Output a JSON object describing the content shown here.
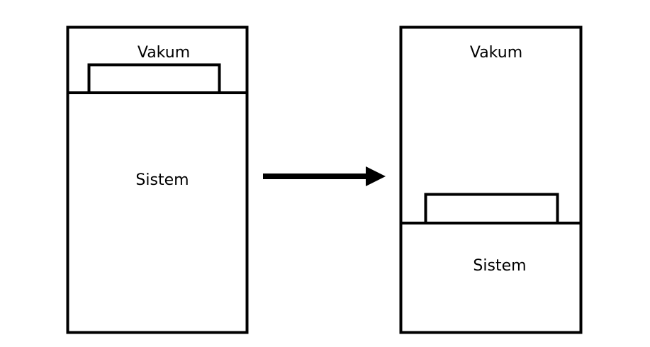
{
  "diagram": {
    "before": {
      "top_label": "Vakum",
      "bottom_label": "Sistem"
    },
    "after": {
      "top_label": "Vakum",
      "bottom_label": "Sistem"
    }
  },
  "colors": {
    "stroke": "#000000",
    "background": "#ffffff"
  },
  "icons": {
    "transition": "right-arrow-icon"
  }
}
